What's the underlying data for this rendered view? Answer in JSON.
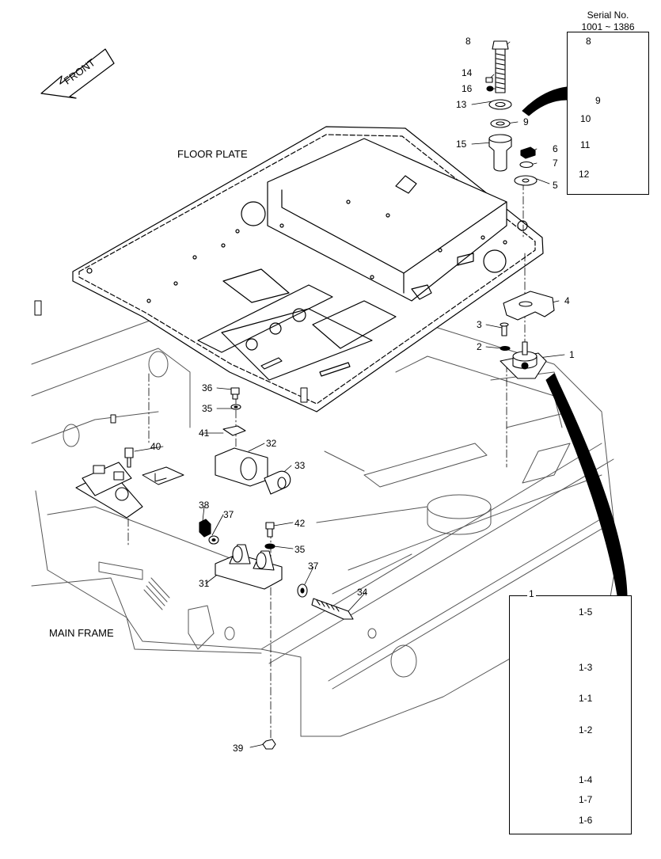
{
  "diagram": {
    "front_arrow": "FRONT",
    "floor_plate": "FLOOR PLATE",
    "main_frame": "MAIN FRAME",
    "serial_box": {
      "title": "Serial No.",
      "range": "1001 ~ 1386"
    },
    "detail_box_title": "1",
    "part_numbers": {
      "p1": "1",
      "p2": "2",
      "p3": "3",
      "p4": "4",
      "p5": "5",
      "p6": "6",
      "p7": "7",
      "p8": "8",
      "p9": "9",
      "p13": "13",
      "p14": "14",
      "p15": "15",
      "p16": "16",
      "p31": "31",
      "p32": "32",
      "p33": "33",
      "p34": "34",
      "p35a": "35",
      "p35b": "35",
      "p36": "36",
      "p37a": "37",
      "p37b": "37",
      "p38": "38",
      "p39": "39",
      "p40": "40",
      "p41": "41",
      "p42": "42"
    },
    "serial_parts": {
      "s8": "8",
      "s9": "9",
      "s10": "10",
      "s11": "11",
      "s12": "12"
    },
    "detail_parts": {
      "d15": "1-5",
      "d13": "1-3",
      "d11": "1-1",
      "d12": "1-2",
      "d14": "1-4",
      "d17": "1-7",
      "d16": "1-6"
    }
  }
}
